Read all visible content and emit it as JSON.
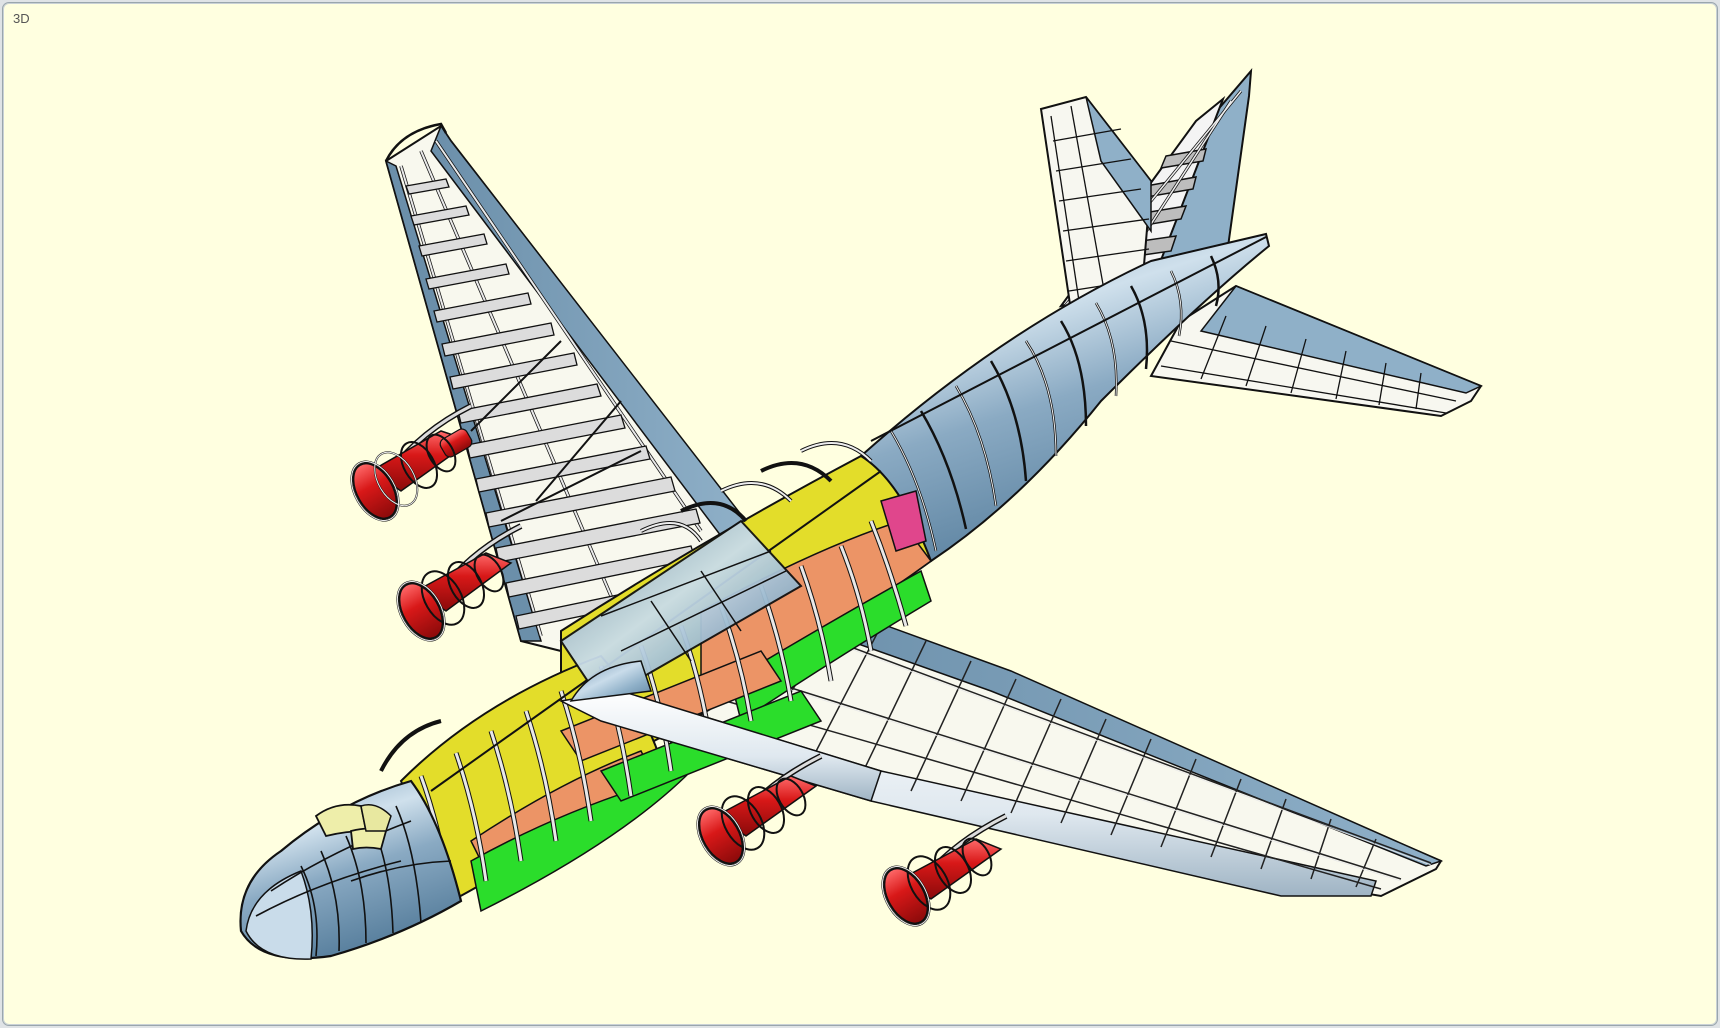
{
  "viewport": {
    "view_label": "3D",
    "background": "#ffffe0",
    "model": "cutaway four-engine transport aircraft (structural wireframe with skin panels)"
  },
  "colors": {
    "skin": "#86a8c2",
    "skin_light": "#c7d9e6",
    "frame": "#e6e6e6",
    "outline": "#111111",
    "cargo_yellow": "#e3dd2a",
    "cargo_orange": "#ec9466",
    "cargo_green": "#2bdd2b",
    "cargo_pink": "#e0468c",
    "engine_red": "#d21b1b",
    "cockpit_glass": "#eeeeaa"
  },
  "components": [
    {
      "name": "nose-cone"
    },
    {
      "name": "cockpit"
    },
    {
      "name": "forward-fuselage"
    },
    {
      "name": "center-fuselage"
    },
    {
      "name": "aft-fuselage"
    },
    {
      "name": "left-wing"
    },
    {
      "name": "right-wing"
    },
    {
      "name": "vertical-fin"
    },
    {
      "name": "left-horizontal-stabilizer"
    },
    {
      "name": "right-horizontal-stabilizer"
    },
    {
      "name": "engine-1"
    },
    {
      "name": "engine-2"
    },
    {
      "name": "engine-3"
    },
    {
      "name": "engine-4"
    }
  ]
}
